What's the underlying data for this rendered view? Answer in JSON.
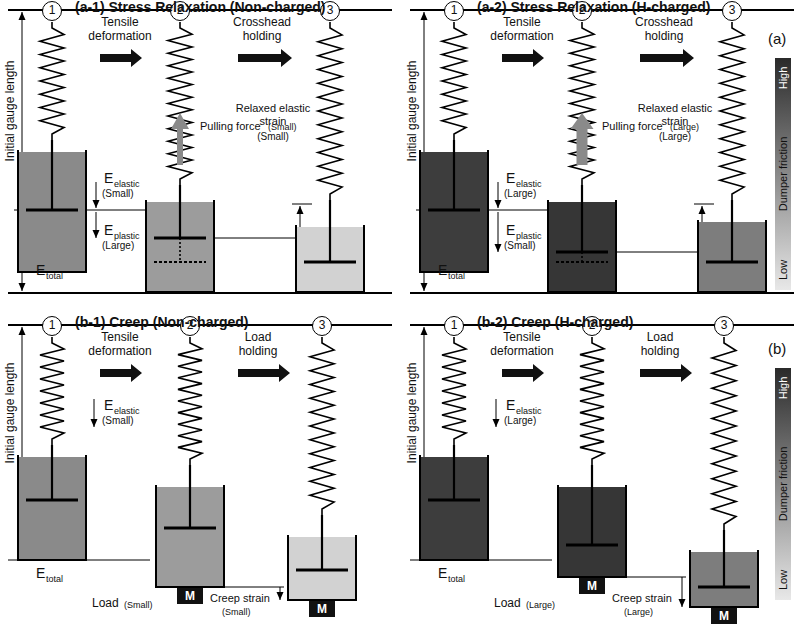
{
  "diagram": {
    "nodes": [
      {
        "text": [
          "1"
        ]
      },
      {
        "text": [
          "2"
        ]
      },
      {
        "text": [
          "3"
        ]
      },
      {
        "text": [
          "1"
        ]
      },
      {
        "text": [
          "2"
        ]
      },
      {
        "text": [
          "3"
        ]
      },
      {
        "text": [
          "High",
          "Dumper friction",
          "Low"
        ]
      },
      {
        "text": [
          "1"
        ]
      },
      {
        "text": [
          "2"
        ]
      },
      {
        "text": [
          "3"
        ]
      },
      {
        "text": [
          "M"
        ]
      },
      {
        "text": [
          "M"
        ]
      },
      {
        "text": [
          "1"
        ]
      },
      {
        "text": [
          "2"
        ]
      },
      {
        "text": [
          "3"
        ]
      },
      {
        "text": [
          "M"
        ]
      },
      {
        "text": [
          "M"
        ]
      },
      {
        "text": [
          "High",
          "Dumper friction",
          "Low"
        ]
      }
    ],
    "labels": [
      "(a-1) Stress Relaxation (Non-charged)",
      "Initial gauge length",
      "Tensile deformation",
      "Crosshead holding",
      "Pulling force",
      "(Small)",
      "E",
      "elastic",
      "(Small)",
      "Relaxed elastic strain",
      "(Small)",
      "E",
      "plastic",
      "(Large)",
      "E",
      "total",
      "(a-2) Stress Relaxation (H-charged)",
      "Initial gauge length",
      "Tensile deformation",
      "Crosshead holding",
      "Pulling force",
      "(Large)",
      "E",
      "elastic",
      "(Large)",
      "Relaxed elastic strain",
      "(Large)",
      "E",
      "plastic",
      "(Small)",
      "E",
      "total",
      "(a)",
      "(b-1) Creep (Non-charged)",
      "Initial gauge length",
      "Tensile deformation",
      "Load holding",
      "E",
      "elastic",
      "(Small)",
      "E",
      "total",
      "Load",
      "(Small)",
      "Creep strain",
      "(Small)",
      "(b-2) Creep (H-charged)",
      "Initial gauge length",
      "Tensile deformation",
      "Load holding",
      "E",
      "elastic",
      "(Large)",
      "E",
      "total",
      "Load",
      "(Large)",
      "Creep strain",
      "(Large)",
      "(b)"
    ]
  }
}
